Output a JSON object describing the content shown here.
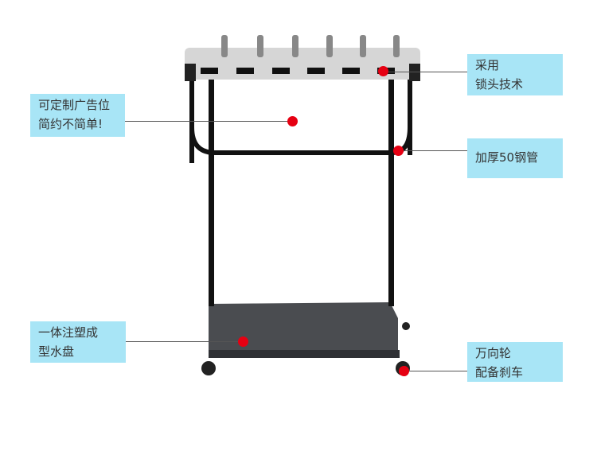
{
  "callouts": {
    "ad_space": {
      "line1": "可定制广告位",
      "line2": "简约不简单!"
    },
    "lock": {
      "line1": "采用",
      "line2": "锁头技术"
    },
    "steel_tube": {
      "line1": "加厚50钢管"
    },
    "water_tray": {
      "line1": "一体注塑成",
      "line2": "型水盘"
    },
    "wheels": {
      "line1": "万向轮",
      "line2": "配备刹车"
    }
  },
  "colors": {
    "label_bg": "#a8e5f6",
    "marker": "#e60012"
  }
}
